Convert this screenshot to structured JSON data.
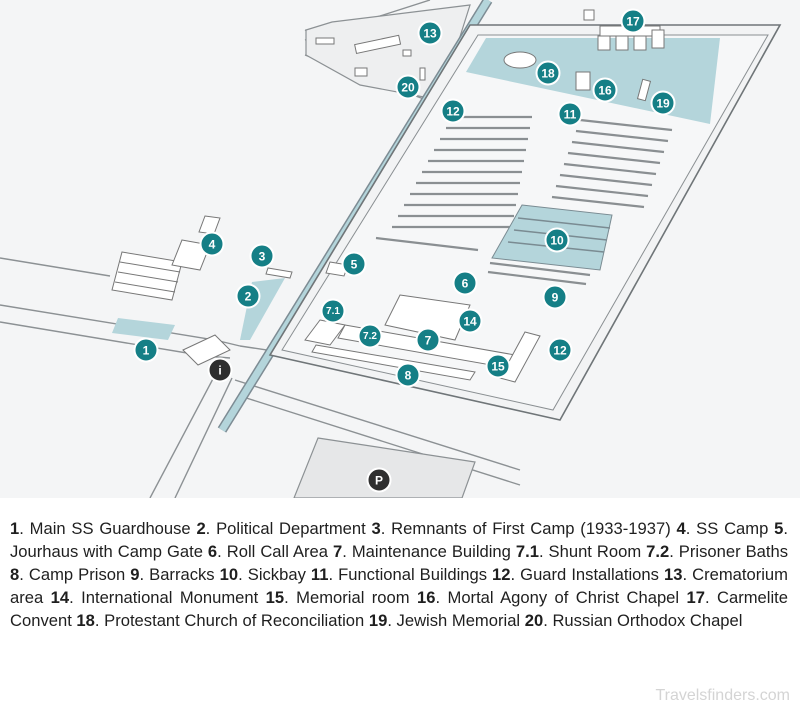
{
  "markers": [
    {
      "id": "m1",
      "label": "1"
    },
    {
      "id": "m2",
      "label": "2"
    },
    {
      "id": "m3",
      "label": "3"
    },
    {
      "id": "m4",
      "label": "4"
    },
    {
      "id": "m5",
      "label": "5"
    },
    {
      "id": "m6",
      "label": "6"
    },
    {
      "id": "m7",
      "label": "7"
    },
    {
      "id": "m71",
      "label": "7.1"
    },
    {
      "id": "m72",
      "label": "7.2"
    },
    {
      "id": "m8",
      "label": "8"
    },
    {
      "id": "m9",
      "label": "9"
    },
    {
      "id": "m10",
      "label": "10"
    },
    {
      "id": "m11",
      "label": "11"
    },
    {
      "id": "m12a",
      "label": "12"
    },
    {
      "id": "m12b",
      "label": "12"
    },
    {
      "id": "m13",
      "label": "13"
    },
    {
      "id": "m14",
      "label": "14"
    },
    {
      "id": "m15",
      "label": "15"
    },
    {
      "id": "m16",
      "label": "16"
    },
    {
      "id": "m17",
      "label": "17"
    },
    {
      "id": "m18",
      "label": "18"
    },
    {
      "id": "m19",
      "label": "19"
    },
    {
      "id": "m20",
      "label": "20"
    },
    {
      "id": "info",
      "label": "i"
    },
    {
      "id": "parking",
      "label": "P"
    }
  ],
  "legend": [
    {
      "num": "1",
      "text": " Main SS Guardhouse "
    },
    {
      "num": "2",
      "text": " Political Department "
    },
    {
      "num": "3",
      "text": " Remnants of First Camp (1933-1937) "
    },
    {
      "num": "4",
      "text": " SS Camp "
    },
    {
      "num": "5",
      "text": " Jourhaus with Camp Gate "
    },
    {
      "num": "6",
      "text": " Roll Call Area "
    },
    {
      "num": "7",
      "text": " Maintenance Building "
    },
    {
      "num": "7.1",
      "text": " Shunt Room "
    },
    {
      "num": "7.2",
      "text": " Prisoner Baths "
    },
    {
      "num": "8",
      "text": " Camp Prison "
    },
    {
      "num": "9",
      "text": " Barracks "
    },
    {
      "num": "10",
      "text": " Sickbay "
    },
    {
      "num": "11",
      "text": " Functional Buildings "
    },
    {
      "num": "12",
      "text": " Guard Installations "
    },
    {
      "num": "13",
      "text": " Crematorium area "
    },
    {
      "num": "14",
      "text": " International Monument "
    },
    {
      "num": "15",
      "text": " Memorial room "
    },
    {
      "num": "16",
      "text": " Mortal Agony of Christ Chapel "
    },
    {
      "num": "17",
      "text": " Carmelite Convent "
    },
    {
      "num": "18",
      "text": " Protestant Church of Reconciliation "
    },
    {
      "num": "19",
      "text": " Jewish Memorial "
    },
    {
      "num": "20",
      "text": " Russian Orthodox Chapel"
    }
  ],
  "watermark": "Travelsfinders.com",
  "colors": {
    "marker": "#157f86",
    "water": "#b4d5db",
    "ground": "#f2f3f4",
    "outline": "#7f8588"
  }
}
